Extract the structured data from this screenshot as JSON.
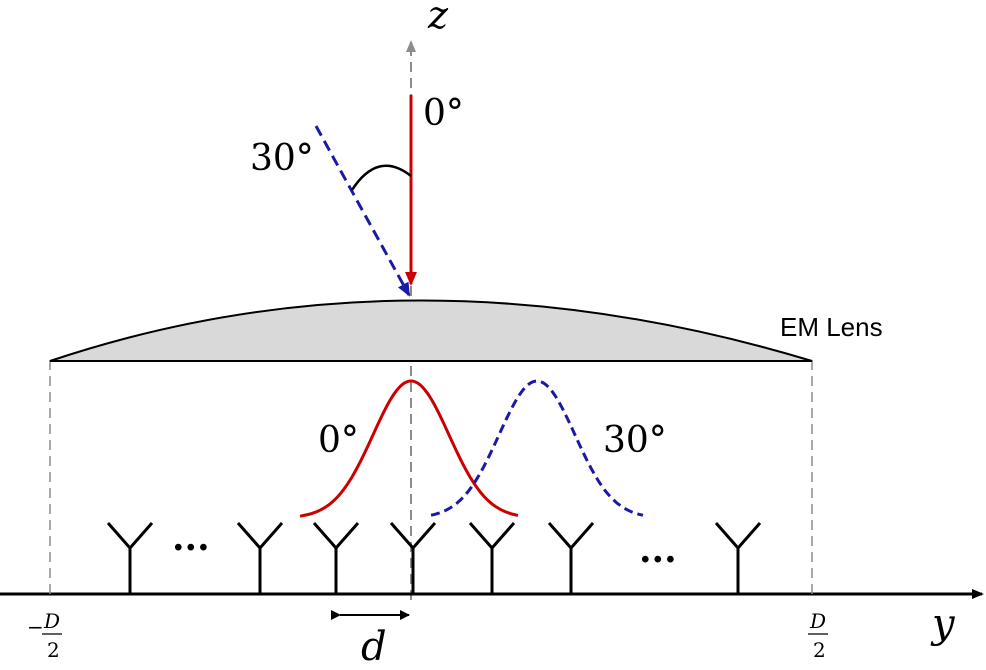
{
  "axes": {
    "z_label": "z",
    "y_label": "y"
  },
  "angles": {
    "incident_0": "0°",
    "incident_30": "30°",
    "beam_0": "0°",
    "beam_30": "30°"
  },
  "lens": {
    "label": "EM Lens"
  },
  "spacing": {
    "label": "d"
  },
  "aperture": {
    "left_sign": "−",
    "numerator": "D",
    "denominator": "2",
    "right_numerator": "D",
    "right_denominator": "2"
  },
  "ellipsis": {
    "left": "···",
    "right": "···"
  },
  "colors": {
    "ray_0": "#cc0000",
    "ray_30": "#1a1aa6",
    "lens_fill": "#d9d9d9",
    "guide": "#8c8c8c"
  }
}
